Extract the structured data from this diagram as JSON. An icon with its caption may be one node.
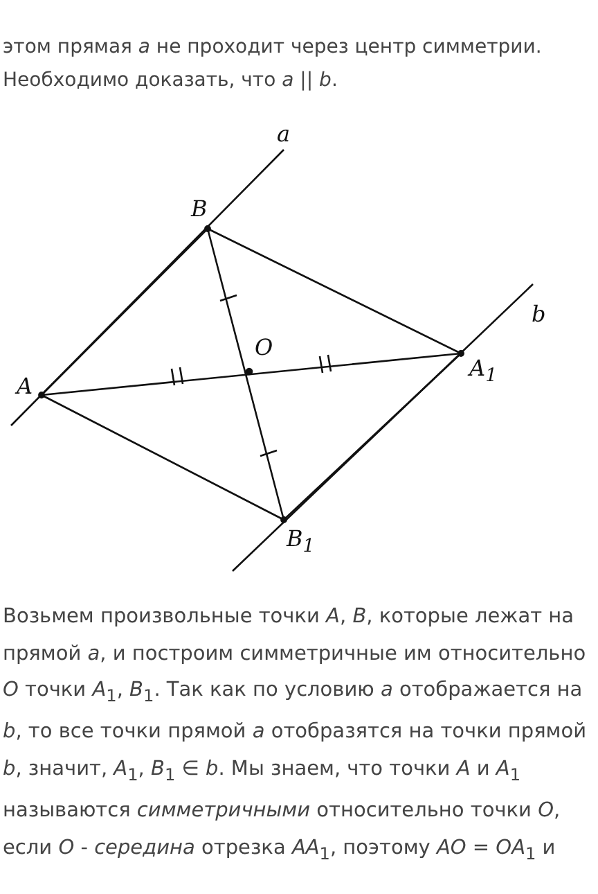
{
  "diagram": {
    "labels": [
      "этом прямая *a* не проходит через центр симметрии.",
      "Необходимо доказать, что *a* || *b*.",
      "a",
      "B",
      "b",
      "O",
      "A",
      "A$_{1}$",
      "B$_{1}$",
      "Возьмем произвольные точки *A*, *B*, которые лежат на прямой *a*, и построим симметричные им относительно *O* точки *A*$_{1}$, *B*$_{1}$. Так как по условию *a* отображается на *b*, то все точки прямой *a* отобразятся на точки прямой *b*, значит, *A*$_{1}$, *B*$_{1}$ ∈ *b*. Мы знаем, что точки *A* и *A*$_{1}$ называются *симметричными* относительно точки *O*, если *O* - *середина* отрезка *AA*$_{1}$, поэтому *AO* = *OA*$_{1}$ и"
    ]
  }
}
